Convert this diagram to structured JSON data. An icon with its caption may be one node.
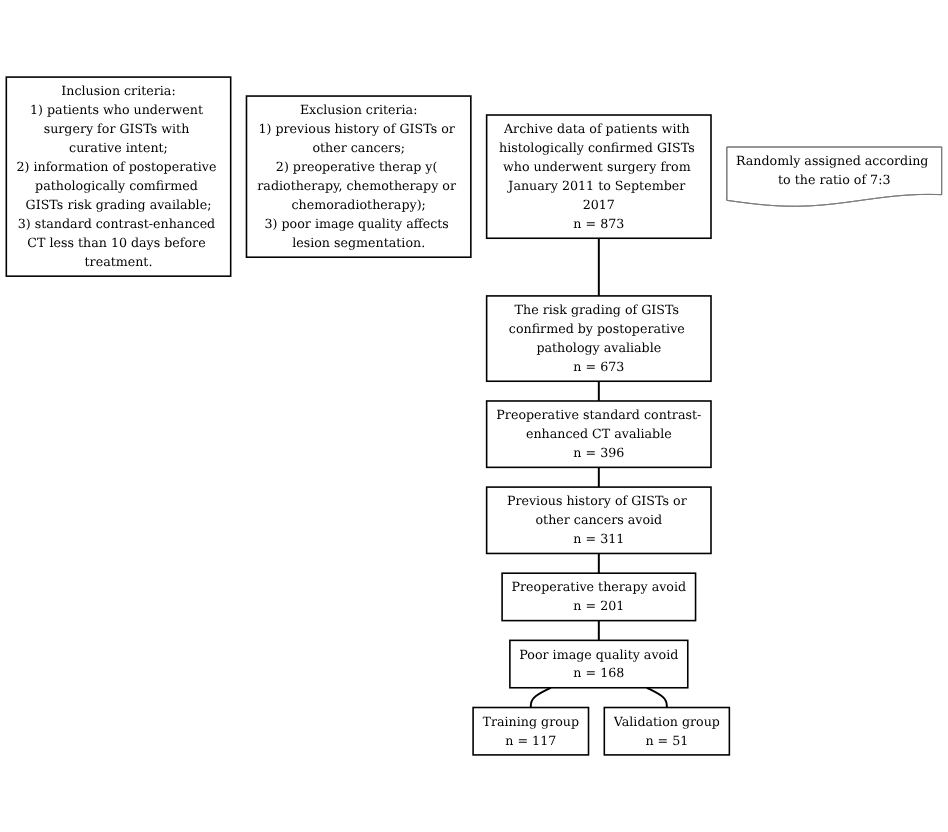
{
  "diagram": {
    "nodes": [
      {
        "text": [
          "Inclusion criteria:",
          "1) patients who underwent surgery for GISTs with curative intent;",
          "2) information of postoperative pathologically comfirmed GISTs risk grading available;",
          "3) standard contrast-enhanced CT less than 10 days before treatment."
        ]
      },
      {
        "text": [
          "Exclusion criteria:",
          "1) previous history of GISTs or other cancers;",
          "2) preoperative therap y( radiotherapy, chemotherapy or chemoradiotherapy);",
          "3) poor image quality affects lesion segmentation."
        ]
      },
      {
        "text": [
          "Archive data of patients with histologically confirmed GISTs who underwent surgery from January 2011 to September 2017",
          "n = 873"
        ]
      },
      {
        "text": [
          "The risk grading of GISTs confirmed by postoperative pathology avaliable",
          "n = 673"
        ]
      },
      {
        "text": [
          "Preoperative standard contrast-enhanced CT avaliable",
          "n = 396"
        ]
      },
      {
        "text": [
          "Previous history of GISTs or other cancers avoid",
          "n = 311"
        ]
      },
      {
        "text": [
          "Preoperative therapy avoid",
          "n = 201"
        ]
      },
      {
        "text": [
          "Poor image quality avoid",
          "n = 168"
        ]
      },
      {
        "text": [
          "Randomly assigned according to the ratio of 7:3"
        ]
      },
      {
        "text": [
          "Training group",
          "n = 117"
        ]
      },
      {
        "text": [
          "Validation group",
          "n = 51"
        ]
      }
    ],
    "edges": [
      {
        "from": 2,
        "to": 3,
        "arrow": "none"
      },
      {
        "from": 3,
        "to": 4,
        "arrow": "none"
      },
      {
        "from": 4,
        "to": 5,
        "arrow": "none"
      },
      {
        "from": 5,
        "to": 6,
        "arrow": "none"
      },
      {
        "from": 6,
        "to": 7,
        "arrow": "none"
      },
      {
        "from": 7,
        "to": 9,
        "arrow": "none"
      },
      {
        "from": 7,
        "to": 10,
        "arrow": "none"
      }
    ]
  }
}
